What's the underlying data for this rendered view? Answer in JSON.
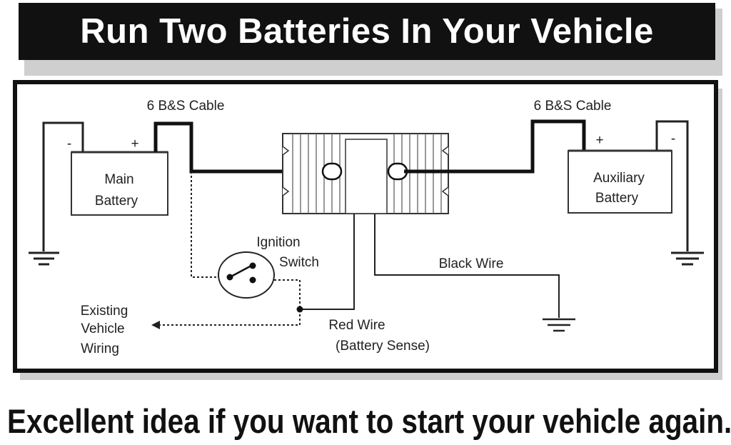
{
  "title": "Run Two Batteries In Your Vehicle",
  "tagline": "Excellent idea if you want to start your vehicle again.",
  "labels": {
    "cable_left": "6 B&S Cable",
    "cable_right": "6 B&S Cable",
    "main_battery_line1": "Main",
    "main_battery_line2": "Battery",
    "aux_battery_line1": "Auxiliary",
    "aux_battery_line2": "Battery",
    "minus_left": "-",
    "plus_left": "+",
    "plus_right": "+",
    "minus_right": "-",
    "ignition_line1": "Ignition",
    "ignition_line2": "Switch",
    "black_wire": "Black Wire",
    "red_wire_line1": "Red Wire",
    "red_wire_line2": "(Battery Sense)",
    "existing_line1": "Existing",
    "existing_line2": "Vehicle",
    "existing_line3": "Wiring"
  }
}
